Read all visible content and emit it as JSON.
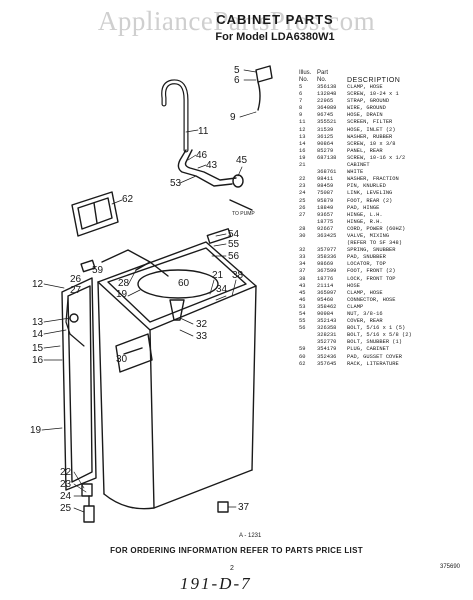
{
  "header": {
    "watermark": "AppliancePartsPros.com",
    "title": "CABINET PARTS",
    "subtitle": "For Model LDA6380W1"
  },
  "diagram": {
    "to_pump_label": "TO PUMP",
    "callouts": [
      {
        "id": "5",
        "label": "5"
      },
      {
        "id": "6",
        "label": "6"
      },
      {
        "id": "9",
        "label": "9"
      },
      {
        "id": "11",
        "label": "11"
      },
      {
        "id": "46",
        "label": "46"
      },
      {
        "id": "43",
        "label": "43"
      },
      {
        "id": "45",
        "label": "45"
      },
      {
        "id": "53",
        "label": "53"
      },
      {
        "id": "62",
        "label": "62"
      },
      {
        "id": "54",
        "label": "54"
      },
      {
        "id": "55",
        "label": "55"
      },
      {
        "id": "56",
        "label": "56"
      },
      {
        "id": "12",
        "label": "12"
      },
      {
        "id": "26",
        "label": "26"
      },
      {
        "id": "27",
        "label": "27"
      },
      {
        "id": "59",
        "label": "59"
      },
      {
        "id": "28",
        "label": "28"
      },
      {
        "id": "19a",
        "label": "19"
      },
      {
        "id": "60",
        "label": "60"
      },
      {
        "id": "21",
        "label": "21"
      },
      {
        "id": "38",
        "label": "38"
      },
      {
        "id": "34",
        "label": "34"
      },
      {
        "id": "13",
        "label": "13"
      },
      {
        "id": "14",
        "label": "14"
      },
      {
        "id": "15",
        "label": "15"
      },
      {
        "id": "16",
        "label": "16"
      },
      {
        "id": "30",
        "label": "30"
      },
      {
        "id": "32",
        "label": "32"
      },
      {
        "id": "33",
        "label": "33"
      },
      {
        "id": "19b",
        "label": "19"
      },
      {
        "id": "22",
        "label": "22"
      },
      {
        "id": "23",
        "label": "23"
      },
      {
        "id": "24",
        "label": "24"
      },
      {
        "id": "25",
        "label": "25"
      },
      {
        "id": "37",
        "label": "37"
      }
    ]
  },
  "parts_table": {
    "headers": {
      "illus": "Illus.",
      "no": "No.",
      "part": "Part",
      "part_no": "No.",
      "description": "DESCRIPTION"
    },
    "rows": [
      [
        "5",
        "356138",
        "CLAMP, HOSE"
      ],
      [
        "6",
        "132848",
        "SCREW, 10-24 x 1"
      ],
      [
        "7",
        "22965",
        "STRAP, GROUND"
      ],
      [
        "8",
        "364089",
        "WIRE, GROUND"
      ],
      [
        "9",
        "96745",
        "HOSE, DRAIN"
      ],
      [
        "11",
        "355521",
        "SCREEN, FILTER"
      ],
      [
        "12",
        "31539",
        "HOSE, INLET (2)"
      ],
      [
        "13",
        "36125",
        "WASHER, RUBBER"
      ],
      [
        "14",
        "90864",
        "SCREW, 10 x 3/8"
      ],
      [
        "16",
        "85279",
        "PANEL, REAR"
      ],
      [
        "19",
        "687138",
        "SCREW, 10-16 x 1/2"
      ],
      [
        "21",
        "",
        "CABINET"
      ],
      [
        "",
        "368761",
        "WHITE"
      ],
      [
        "22",
        "98411",
        "WASHER, FRACTION"
      ],
      [
        "23",
        "98459",
        "PIN, KNURLED"
      ],
      [
        "24",
        "75087",
        "LINK, LEVELING"
      ],
      [
        "25",
        "95879",
        "FOOT, REAR (2)"
      ],
      [
        "26",
        "18849",
        "PAD, HINGE"
      ],
      [
        "27",
        "93657",
        "HINGE, L.H."
      ],
      [
        "",
        "18775",
        "HINGE, R.H."
      ],
      [
        "28",
        "92667",
        "CORD, POWER (60HZ)"
      ],
      [
        "30",
        "363425",
        "VALVE, MIXING"
      ],
      [
        "",
        "",
        "(REFER TO SF 348)"
      ],
      [
        "32",
        "357977",
        "SPRING, SNUBBER"
      ],
      [
        "33",
        "358336",
        "PAD, SNUBBER"
      ],
      [
        "34",
        "98669",
        "LOCATOR, TOP"
      ],
      [
        "37",
        "367599",
        "FOOT, FRONT (2)"
      ],
      [
        "38",
        "18776",
        "LOCK, FRONT TOP"
      ],
      [
        "43",
        "21114",
        "HOSE"
      ],
      [
        "45",
        "365097",
        "CLAMP, HOSE"
      ],
      [
        "46",
        "95460",
        "CONNECTOR, HOSE"
      ],
      [
        "53",
        "358462",
        "CLAMP"
      ],
      [
        "54",
        "90984",
        "NUT, 3/8-16"
      ],
      [
        "55",
        "352143",
        "COVER, REAR"
      ],
      [
        "56",
        "326358",
        "BOLT, 5/16 x 1 (5)"
      ],
      [
        "",
        "328231",
        "BOLT, 5/16 x 5/8 (2)"
      ],
      [
        "",
        "352770",
        "BOLT, SNUBBER (1)"
      ],
      [
        "59",
        "354179",
        "PLUG, CABINET"
      ],
      [
        "60",
        "352436",
        "PAD, GUSSET COVER"
      ],
      [
        "62",
        "357645",
        "RACK, LITERATURE"
      ]
    ]
  },
  "footer": {
    "figure_id": "A - 1231",
    "ordering_note": "FOR ORDERING INFORMATION REFER TO PARTS PRICE LIST",
    "page_number": "2",
    "doc_code": "375690",
    "handwritten": "191-D-7"
  }
}
